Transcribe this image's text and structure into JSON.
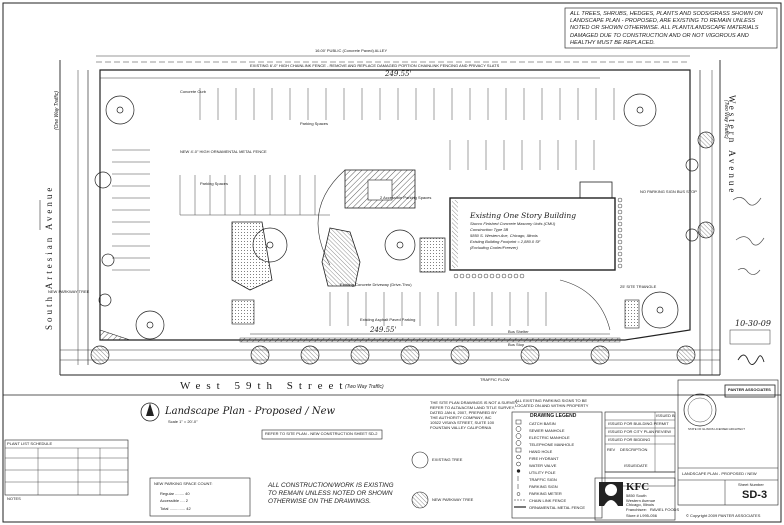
{
  "notes": {
    "top_right": [
      "ALL TREES, SHRUBS, HEDGES, PLANTS AND SODS/GRASS SHOWN ON",
      "LANDSCAPE PLAN - PROPOSED, ARE EXISTING TO REMAIN UNLESS",
      "NOTED OR SHOWN OTHERWISE. ALL PLANT/LANDSCAPE MATERIALS",
      "DAMAGED DUE TO CONSTRUCTION AND OR NOT VIGOROUS AND",
      "HEALTHY MUST BE REPLACED."
    ],
    "bottom_center": [
      "ALL CONSTRUCTION/WORK IS EXISTING",
      "TO REMAIN UNLESS NOTED OR SHOWN",
      "OTHERWISE ON THE DRAWINGS."
    ]
  },
  "plan": {
    "alley_label": "16.00' PUBLIC (Concrete Paved) ALLEY",
    "dim_top": "249.55'",
    "dim_bottom": "249.55'",
    "street_bottom": "West 59th Street",
    "street_bottom_note": "(Two Way Traffic)",
    "street_left": "South Artesian Avenue",
    "street_left_note": "(One Way Traffic)",
    "street_right": "Western Avenue",
    "street_right_note": "(Two Way Traffic)",
    "building_title": "Existing One Story Building",
    "building_lines": [
      "Stucco Finished Concrete Masonry Units (CMU)",
      "Construction Type 3B",
      "5850 S. Western Ave, Chicago, Illinois",
      "Existing Building Footprint = 2,880.0 SF",
      "(Excluding Cooler/Freezer)"
    ],
    "labels": {
      "parking_top": "Parking Spaces",
      "parking_mid": "Parking Spaces",
      "parking_bottom": "Existing Asphalt Paved Parking",
      "driveway": "Existing Concrete Driveway (Drive-Thru)",
      "accessible": "2 Accessible Parking Spaces",
      "curb": "Concrete Curb",
      "bus_stop": "Bus Stop",
      "bus_shelter": "Bus Shelter",
      "no_parking": "NO PARKING SIGN BUS STOP",
      "traffic_flow": "TRAFFIC FLOW",
      "fence_note": "EXISTING 6'-0\" HIGH CHAINLINK FENCE - REMOVE AND REPLACE DAMAGED PORTION CHAINLINK FENCING AND PRIVACY SLATS",
      "new_parkway": "NEW PARKWAY TREE",
      "ornamental": "NEW 4'-0\" HIGH ORNAMENTAL METAL FENCE",
      "triangle": "25' SITE TRIANGLE"
    }
  },
  "title_block": {
    "plan_title": "Landscape Plan - Proposed / New",
    "scale": "Scale 1\" = 20'-0\"",
    "refer": "REFER TO SITE PLAN - NEW CONSTRUCTION SHEET SD-2",
    "plant_schedule": "PLANT LIST SCHEDULE",
    "notes_label": "NOTES",
    "parking_count_title": "NEW PARKING SPACE COUNT:",
    "parking_regular": "Regular",
    "parking_regular_val": "40",
    "parking_accessible": "Accessible",
    "parking_accessible_val": "2",
    "parking_total": "Total",
    "parking_total_val": "42",
    "legend_title": "DRAWING LEGEND",
    "legend_items": [
      "CATCH BASIN",
      "SEWER MANHOLE",
      "ELECTRIC MANHOLE",
      "TELEPHONE MANHOLE",
      "HAND HOLE",
      "FIRE HYDRANT",
      "WATER VALVE",
      "UTILITY POLE",
      "TRAFFIC SIGN",
      "PARKING SIGN",
      "PARKING METER",
      "CHAIN LINK FENCE",
      "ORNAMENTAL METAL FENCE"
    ],
    "tree_existing": "EXISTING TREE",
    "tree_new": "NEW PARKWAY TREE",
    "issued_for": [
      "ISSUED FOR BUILDING PERMIT",
      "ISSUED FOR CITY PLAN REVIEW",
      "ISSUED FOR BIDDING"
    ],
    "issue_header": "ISSUE/DATE",
    "issued_col": "ISSUED B",
    "rev_label": "REV",
    "desc_label": "DESCRIPTION",
    "kfc": "KFC",
    "kfc_address": [
      "5850 South",
      "Western Avenue",
      "Chicago, Illinois"
    ],
    "franchisee": "Franchisee:",
    "franchisee_name": "RAVIEL FOODS",
    "store": "Store # L995-056",
    "firm": "PANTER ASSOCIATES",
    "seal_text": "STATE OF ILLINOIS LICENSED ARCHITECT",
    "sheet_title": "LANDSCAPE PLAN - PROPOSED / NEW",
    "sheet_label": "Sheet Number",
    "sheet_number": "SD-3",
    "copyright": "© Copyright 2009 PANTER ASSOCIATES",
    "date_handwritten": "10-30-09"
  },
  "sheet_note_survey": [
    "THE SITE PLAN DRAWINGS IS NOT A SURVEY.",
    "REFER TO ALTA/ACSM LAND TITLE SURVEY,",
    "DATED JAN 6, 2007, PREPARED BY",
    "THE AUTHORITY COMPANY, INC",
    "10522 VISAYA STREET, SUITE 100",
    "FOUNTAIN VALLEY CALIFORNIA"
  ],
  "note_signs": [
    "ALL EXISTING PARKING SIGNS TO BE",
    "LOCATED ON AND WITHIN PROPERTY"
  ]
}
